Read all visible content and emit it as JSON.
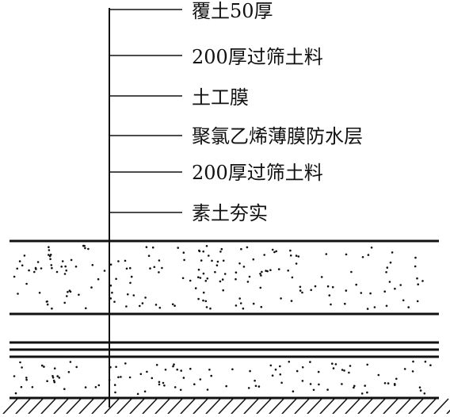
{
  "diagram": {
    "layer_labels": [
      {
        "id": "topsoil",
        "text": "覆土50厚"
      },
      {
        "id": "sieved-soil-upper",
        "text": "200厚过筛土料"
      },
      {
        "id": "geomembrane",
        "text": "土工膜"
      },
      {
        "id": "pvc-film",
        "text": "聚氯乙烯薄膜防水层"
      },
      {
        "id": "sieved-soil-lower",
        "text": "200厚过筛土料"
      },
      {
        "id": "compacted-soil",
        "text": "素土夯实"
      }
    ],
    "line_color": "#111111",
    "background": "#ffffff"
  }
}
